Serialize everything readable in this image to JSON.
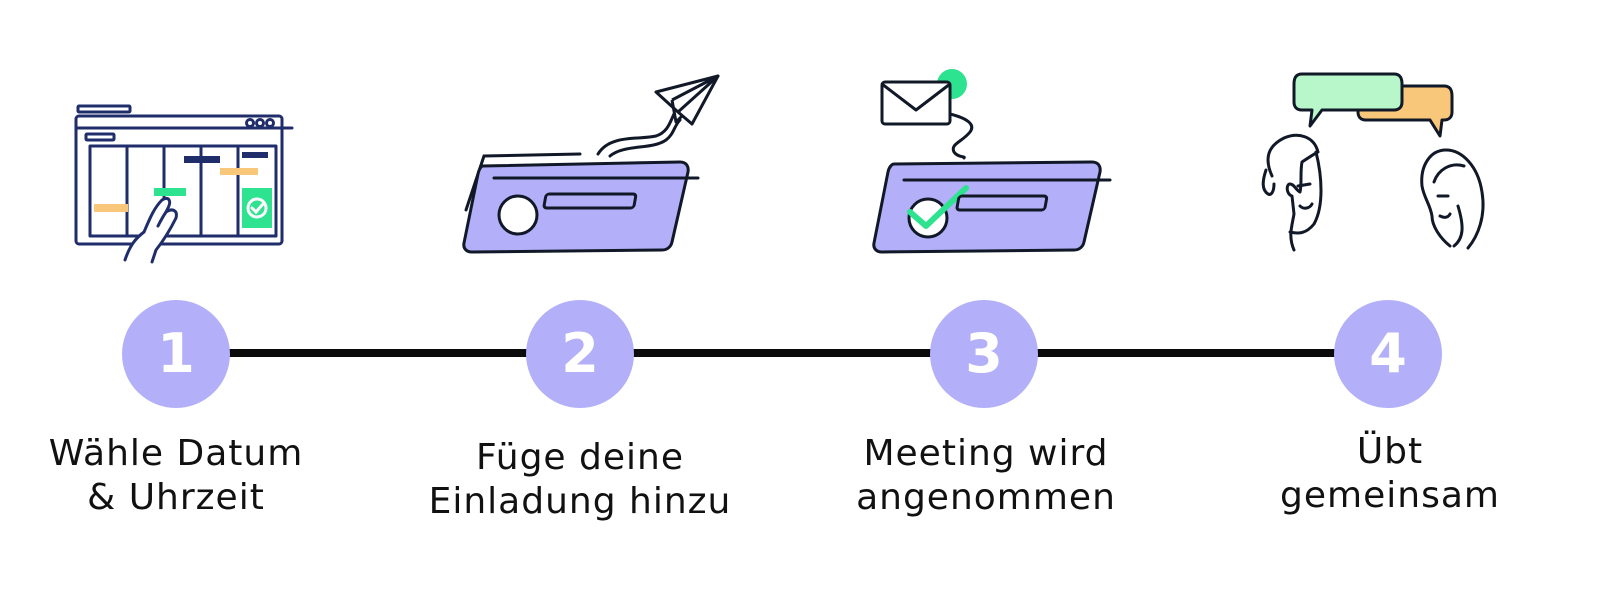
{
  "colors": {
    "accent": "#b3b0f9",
    "ink": "#111827",
    "line": "#0b0b0b",
    "green": "#2ee38f",
    "mint": "#b7f7c9",
    "orange": "#f8c77a",
    "navy": "#1f2e6b"
  },
  "steps": [
    {
      "number": "1",
      "label_line1": "Wähle Datum",
      "label_line2": "& Uhrzeit",
      "icon": "calendar-hand-icon"
    },
    {
      "number": "2",
      "label_line1": "Füge deine",
      "label_line2": "Einladung hinzu",
      "icon": "paper-plane-card-icon"
    },
    {
      "number": "3",
      "label_line1": "Meeting wird",
      "label_line2": "angenommen",
      "icon": "envelope-check-card-icon"
    },
    {
      "number": "4",
      "label_line1": "Übt",
      "label_line2": "gemeinsam",
      "icon": "two-people-chat-icon"
    }
  ]
}
